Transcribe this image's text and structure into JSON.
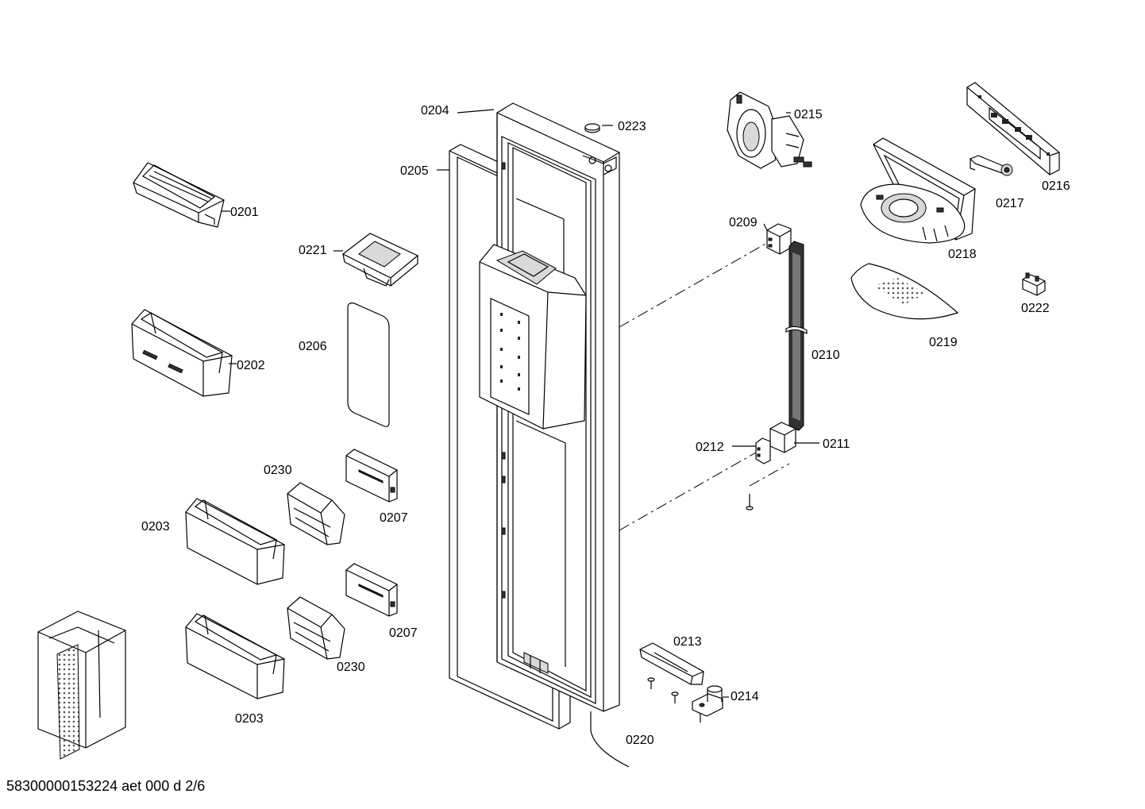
{
  "labels": {
    "p0201": "0201",
    "p0202": "0202",
    "p0203a": "0203",
    "p0203b": "0203",
    "p0204": "0204",
    "p0205": "0205",
    "p0206": "0206",
    "p0207a": "0207",
    "p0207b": "0207",
    "p0209": "0209",
    "p0210": "0210",
    "p0211": "0211",
    "p0212": "0212",
    "p0213": "0213",
    "p0214": "0214",
    "p0215": "0215",
    "p0216": "0216",
    "p0217": "0217",
    "p0218": "0218",
    "p0219": "0219",
    "p0220": "0220",
    "p0221": "0221",
    "p0222": "0222",
    "p0223": "0223",
    "p0230a": "0230",
    "p0230b": "0230"
  },
  "footer": "58300000153224 aet 000 d 2/6"
}
